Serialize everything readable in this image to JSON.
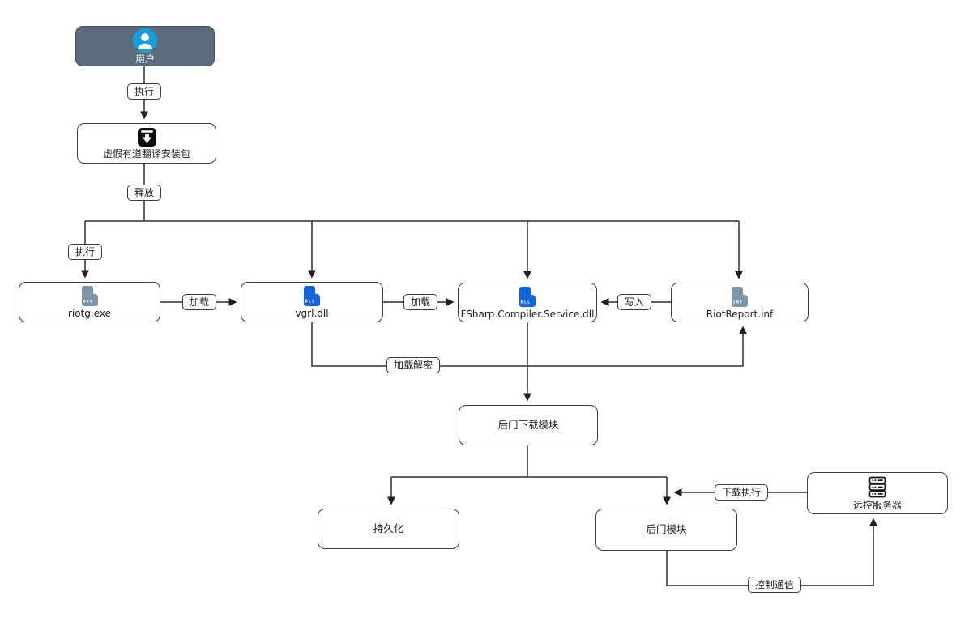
{
  "diagram": {
    "type": "flowchart",
    "description_visible_text_only": true,
    "nodes": {
      "user": {
        "label": "用户",
        "icon": "user-avatar-icon"
      },
      "installer": {
        "label": "虚假有道翻译安装包",
        "icon": "download-icon"
      },
      "riotg": {
        "label": "riotg.exe",
        "icon": "exe-file-icon",
        "badge": "exe"
      },
      "vgrl": {
        "label": "vgrl.dll",
        "icon": "dll-file-icon",
        "badge": "DLL"
      },
      "fsharp": {
        "label": "FSharp.Compiler.Service.dll",
        "icon": "dll-file-icon",
        "badge": "DLL"
      },
      "riotreport": {
        "label": "RiotReport.inf",
        "icon": "inf-file-icon",
        "badge": "INF"
      },
      "backdoor_downloader": {
        "label": "后门下载模块"
      },
      "persistence": {
        "label": "持久化"
      },
      "backdoor": {
        "label": "后门模块"
      },
      "c2": {
        "label": "远控服务器",
        "icon": "server-icon"
      }
    },
    "edges": [
      {
        "id": "user-to-installer",
        "label": "执行"
      },
      {
        "id": "installer-drop",
        "label": "释放"
      },
      {
        "id": "drop-to-riotg",
        "label": "执行"
      },
      {
        "id": "riotg-to-vgrl",
        "label": "加载"
      },
      {
        "id": "vgrl-to-fsharp",
        "label": "加载"
      },
      {
        "id": "riotreport-to-fsharp",
        "label": "写入"
      },
      {
        "id": "vgrl-to-riotreport",
        "label": "加载解密"
      },
      {
        "id": "c2-to-backdoor",
        "label": "下载执行"
      },
      {
        "id": "backdoor-to-c2",
        "label": "控制通信"
      }
    ],
    "colors": {
      "user_node_fill": "#5a6b7c",
      "avatar_blue": "#189fdb",
      "dll_icon_blue": "#1565d8",
      "exe_inf_icon_slate": "#7d95a9",
      "download_icon_black": "#0b0b0b",
      "line_color": "#2e2e2e",
      "canvas_background": "#ffffff"
    }
  }
}
